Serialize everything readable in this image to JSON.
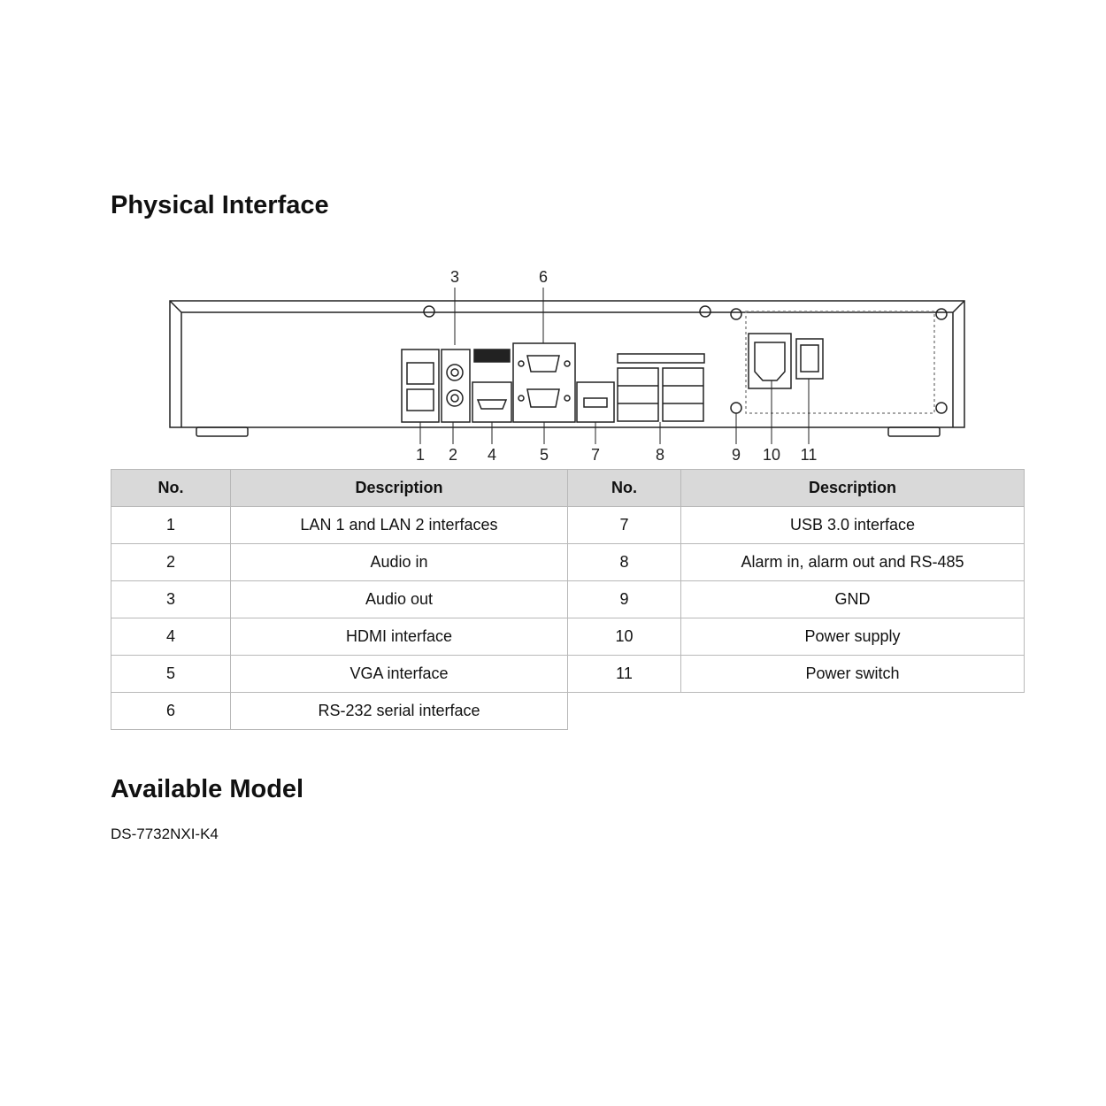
{
  "physical_interface": {
    "title": "Physical Interface",
    "callouts": [
      "1",
      "2",
      "3",
      "4",
      "5",
      "6",
      "7",
      "8",
      "9",
      "10",
      "11"
    ],
    "table": {
      "headers": [
        "No.",
        "Description",
        "No.",
        "Description"
      ],
      "left_rows": [
        {
          "no": "1",
          "desc": "LAN 1 and LAN 2 interfaces"
        },
        {
          "no": "2",
          "desc": "Audio in"
        },
        {
          "no": "3",
          "desc": "Audio out"
        },
        {
          "no": "4",
          "desc": "HDMI interface"
        },
        {
          "no": "5",
          "desc": "VGA interface"
        },
        {
          "no": "6",
          "desc": "RS-232 serial interface"
        }
      ],
      "right_rows": [
        {
          "no": "7",
          "desc": "USB 3.0 interface"
        },
        {
          "no": "8",
          "desc": "Alarm in, alarm out and RS-485"
        },
        {
          "no": "9",
          "desc": "GND"
        },
        {
          "no": "10",
          "desc": "Power supply"
        },
        {
          "no": "11",
          "desc": "Power switch"
        }
      ]
    }
  },
  "available_model": {
    "title": "Available Model",
    "model": "DS-7732NXI-K4"
  }
}
